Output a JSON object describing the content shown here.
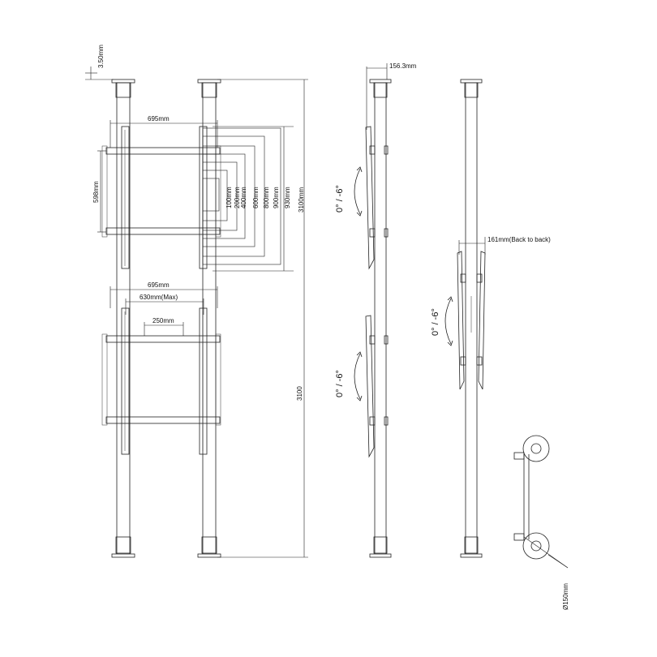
{
  "front_view": {
    "gap_label": "3.50mm",
    "top_width_label": "695mm",
    "height_598_label": "598mm",
    "vesa_labels": [
      "100mm",
      "200mm",
      "400mm",
      "600mm",
      "800mm",
      "900mm",
      "930mm"
    ],
    "total_height_label": "3100mm",
    "bottom_width_label": "695mm",
    "max_width_label": "630mm(Max)",
    "spacing_label": "250mm",
    "overall_height_label": "3100"
  },
  "side_view": {
    "depth_label": "156.3mm",
    "tilt_top_label": "0° / -6°",
    "tilt_bottom_label": "0° / -6°"
  },
  "back_to_back_view": {
    "depth_label": "161mm(Back to back)",
    "tilt_label": "0° / -6°"
  },
  "base_detail": {
    "diameter_label": "Ø150mm"
  }
}
